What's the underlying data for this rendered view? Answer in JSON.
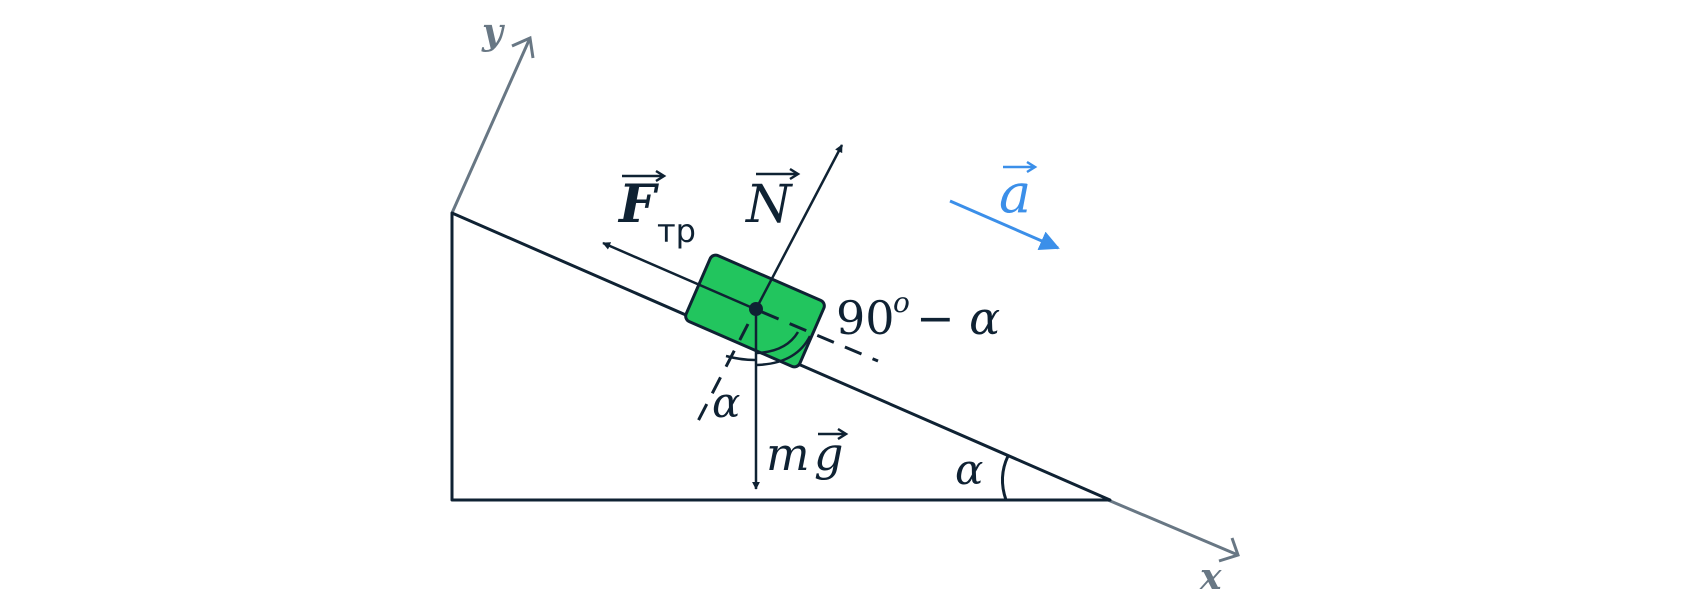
{
  "diagram": {
    "axes": {
      "x_label": "x",
      "y_label": "y"
    },
    "forces": {
      "normal": "N",
      "friction": "F",
      "friction_sub": "тр",
      "gravity_m": "m",
      "gravity_g": "g"
    },
    "acceleration": {
      "label": "a"
    },
    "angles": {
      "incline": "α",
      "gravity": "α",
      "complement_num": "90",
      "complement_sup": "o",
      "complement_rest": "− α"
    },
    "colors": {
      "ink": "#0f2233",
      "axis": "#687784",
      "block_fill": "#22c55e",
      "accel": "#3b8fe9"
    }
  }
}
